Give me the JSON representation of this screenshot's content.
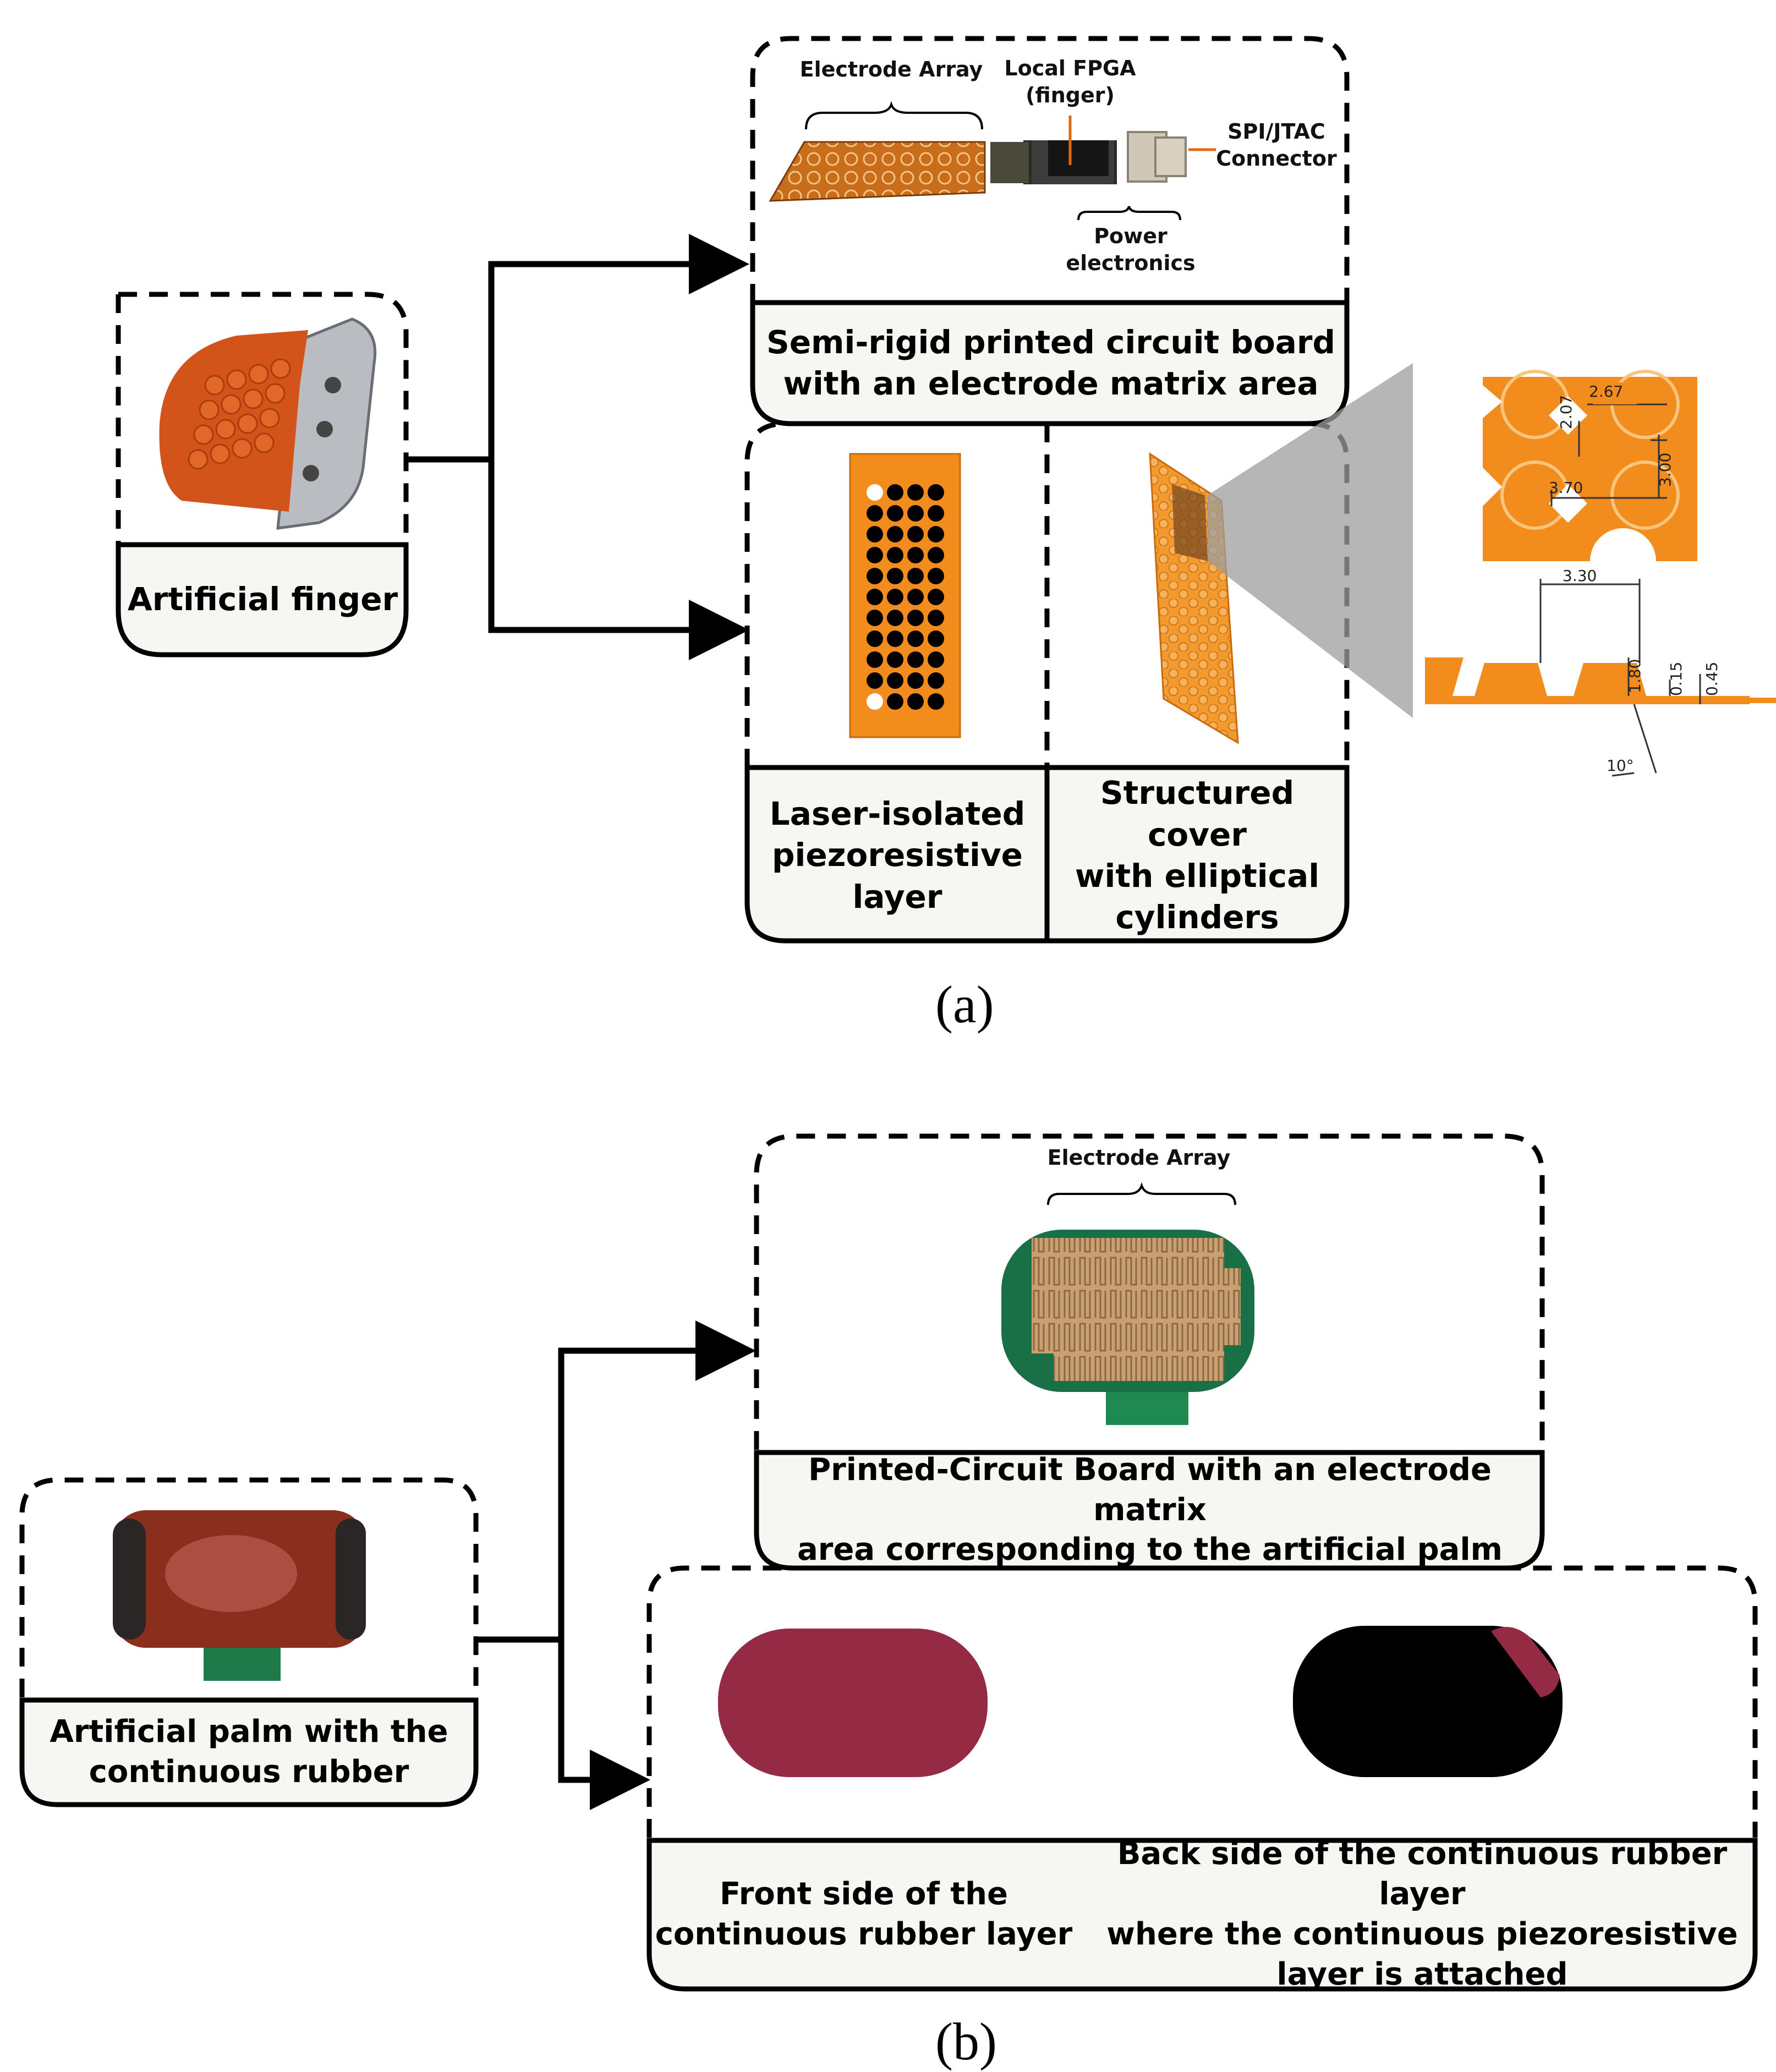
{
  "panel_a": {
    "caption": "(a)",
    "finger_label": "Artificial finger",
    "pcb": {
      "label_line1": "Semi-rigid printed circuit board",
      "label_line2": "with an electrode matrix area",
      "callouts": {
        "electrode_array": "Electrode Array",
        "local_fpga_line1": "Local FPGA",
        "local_fpga_line2": "(finger)",
        "connector_line1": "SPI/JTAC",
        "connector_line2": "Connector",
        "power_line1": "Power",
        "power_line2": "electronics"
      }
    },
    "layer_label": [
      "Laser-isolated",
      "piezoresistive",
      "layer"
    ],
    "cover_label": [
      "Structured cover",
      "with elliptical",
      "cylinders"
    ],
    "dimensions": {
      "d1": "2.67",
      "d2": "2.07",
      "d3": "3.00",
      "d4": "3.70",
      "d5": "3.30",
      "d6": "1.80",
      "d7": "0.15",
      "d8": "0.45",
      "d9": "10°"
    }
  },
  "panel_b": {
    "caption": "(b)",
    "palm_label_line1": "Artificial palm with the",
    "palm_label_line2": "continuous rubber",
    "electrode_array": "Electrode Array",
    "pcb_label_line1": "Printed-Circuit Board with an electrode matrix",
    "pcb_label_line2": "area corresponding to the artificial palm",
    "front_label_line1": "Front side of the",
    "front_label_line2": "continuous rubber layer",
    "back_label_line1": "Back side of the continuous rubber layer",
    "back_label_line2": "where the continuous piezoresistive",
    "back_label_line3": "layer is attached"
  },
  "colors": {
    "orange": "#f28c1c",
    "rubber_front": "#952a45",
    "pcb_green": "#1f7a4a",
    "copper": "#c9a274",
    "label_bg": "#f6f7f2"
  }
}
